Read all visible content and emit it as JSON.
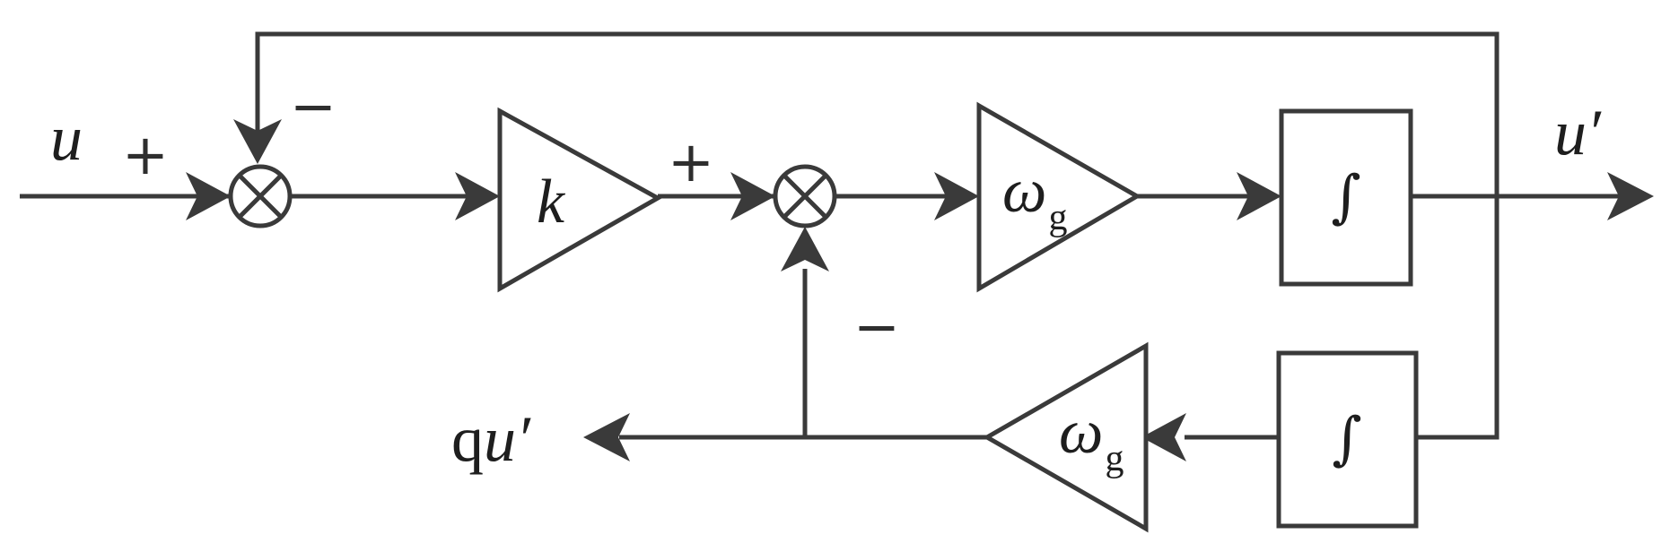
{
  "diagram": {
    "input_label": "u",
    "output_label": "u′",
    "quadrature_output_label": "qu′",
    "sum1": {
      "input_sign": "+",
      "feedback_sign": "−",
      "symbol": "⊗"
    },
    "sum2": {
      "input_sign": "+",
      "feedback_sign": "−",
      "symbol": "⊗"
    },
    "gain_k": {
      "label": "k"
    },
    "gain_wg_forward": {
      "label": "ω",
      "subscript": "g"
    },
    "gain_wg_feedback": {
      "label": "ω",
      "subscript": "g"
    },
    "integrator_forward": {
      "symbol": "∫"
    },
    "integrator_feedback": {
      "symbol": "∫"
    }
  }
}
